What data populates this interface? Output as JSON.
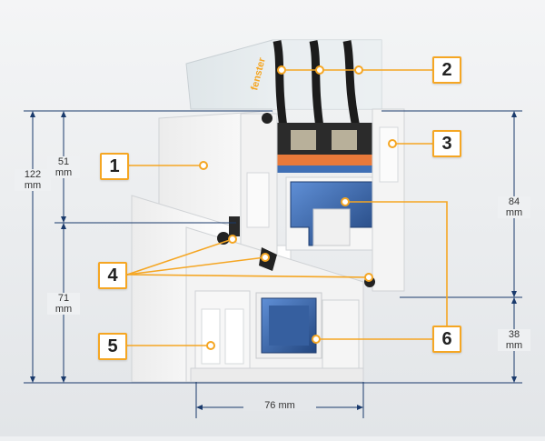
{
  "brand": {
    "logo_text": "fenster"
  },
  "callouts": {
    "c1": "1",
    "c2": "2",
    "c3": "3",
    "c4": "4",
    "c5": "5",
    "c6": "6"
  },
  "dimensions": {
    "left_total": {
      "value": "122",
      "unit": "mm"
    },
    "left_upper": {
      "value": "51",
      "unit": "mm"
    },
    "left_lower": {
      "value": "71",
      "unit": "mm"
    },
    "right_upper": {
      "value": "84",
      "unit": "mm"
    },
    "right_lower": {
      "value": "38",
      "unit": "mm"
    },
    "bottom_width": {
      "text": "76 mm"
    }
  },
  "colors": {
    "accent": "#f5a623",
    "background": "#eef0f2",
    "profile": "#f7f7f7",
    "steel": "#3f6fb5",
    "gasket": "#222222",
    "spacer": "#e8793a"
  }
}
